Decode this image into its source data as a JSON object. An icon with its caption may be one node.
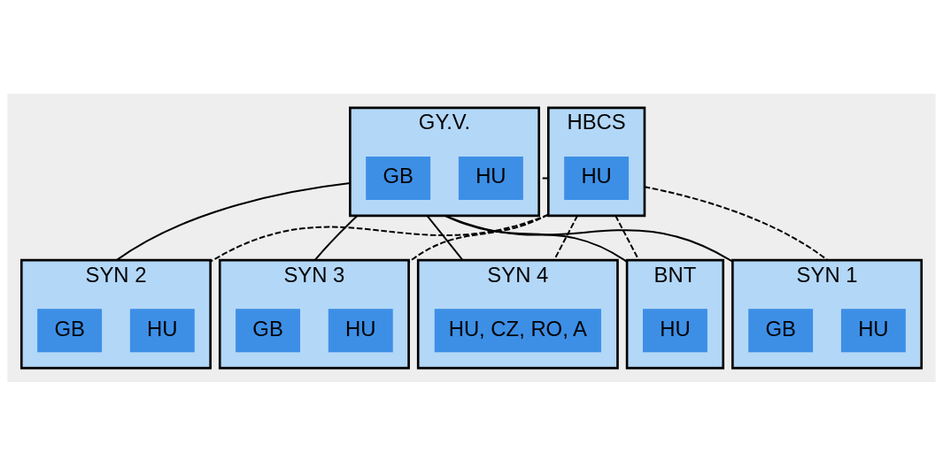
{
  "diagram": {
    "nodes": [
      {
        "text": [
          "GY.V."
        ]
      },
      {
        "text": [
          "GB"
        ],
        "in": 0
      },
      {
        "text": [
          "HU"
        ],
        "in": 0
      },
      {
        "text": [
          "HBCS"
        ]
      },
      {
        "text": [
          "HU"
        ],
        "in": 3
      },
      {
        "text": [
          "SYN 1"
        ]
      },
      {
        "text": [
          "GB"
        ],
        "in": 5
      },
      {
        "text": [
          "HU"
        ],
        "in": 5
      },
      {
        "text": [
          "SYN 2"
        ]
      },
      {
        "text": [
          "GB"
        ],
        "in": 8
      },
      {
        "text": [
          "HU"
        ],
        "in": 8
      },
      {
        "text": [
          "SYN 3"
        ]
      },
      {
        "text": [
          "GB"
        ],
        "in": 11
      },
      {
        "text": [
          "HU"
        ],
        "in": 11
      },
      {
        "text": [
          "SYN 4"
        ]
      },
      {
        "text": [
          "HU, CZ, RO, A"
        ],
        "in": 14
      },
      {
        "text": [
          "BNT"
        ]
      },
      {
        "text": [
          "HU"
        ],
        "in": 16
      }
    ],
    "edges": [
      {
        "from": 0,
        "to": 5,
        "arrow": "none"
      },
      {
        "from": 0,
        "to": 8,
        "arrow": "none"
      },
      {
        "from": 0,
        "to": 11,
        "arrow": "none"
      },
      {
        "from": 0,
        "to": 14,
        "arrow": "none"
      },
      {
        "from": 0,
        "to": 16,
        "arrow": "none"
      },
      {
        "from": 3,
        "to": 0,
        "arrow": "none",
        "style": "dashed"
      },
      {
        "from": 3,
        "to": 5,
        "arrow": "none",
        "style": "dashed"
      },
      {
        "from": 3,
        "to": 8,
        "arrow": "none",
        "style": "dashed"
      },
      {
        "from": 3,
        "to": 11,
        "arrow": "none",
        "style": "dashed"
      },
      {
        "from": 3,
        "to": 14,
        "arrow": "none",
        "style": "dashed"
      },
      {
        "from": 3,
        "to": 16,
        "arrow": "none",
        "style": "dashed"
      }
    ]
  }
}
